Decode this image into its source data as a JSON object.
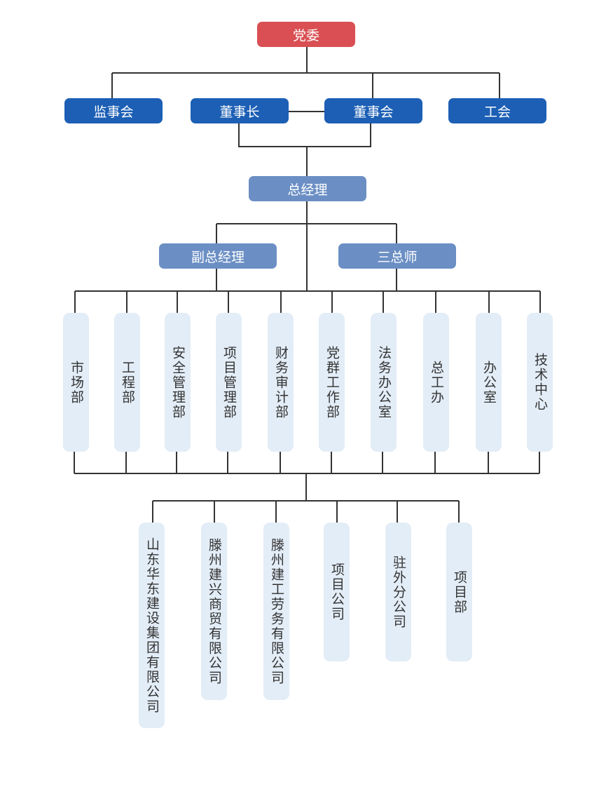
{
  "top": {
    "party": "党委"
  },
  "board_row": {
    "supervisors": "监事会",
    "chairman": "董事长",
    "board": "董事会",
    "union": "工会"
  },
  "gm": "总经理",
  "deputies": {
    "vice_gm": "副总经理",
    "three_chiefs": "三总师"
  },
  "departments": [
    "市场部",
    "工程部",
    "安全管理部",
    "项目管理部",
    "财务审计部",
    "党群工作部",
    "法务办公室",
    "总工办",
    "办公室",
    "技术中心"
  ],
  "subsidiaries": [
    "山东华东建设集团有限公司",
    "滕州建兴商贸有限公司",
    "滕州建工劳务有限公司",
    "项目公司",
    "驻外分公司",
    "项目部"
  ],
  "colors": {
    "party": "#d94f53",
    "board": "#1c5fb5",
    "management": "#6b8fc4",
    "unit": "#e3edf7",
    "line": "#333333"
  }
}
